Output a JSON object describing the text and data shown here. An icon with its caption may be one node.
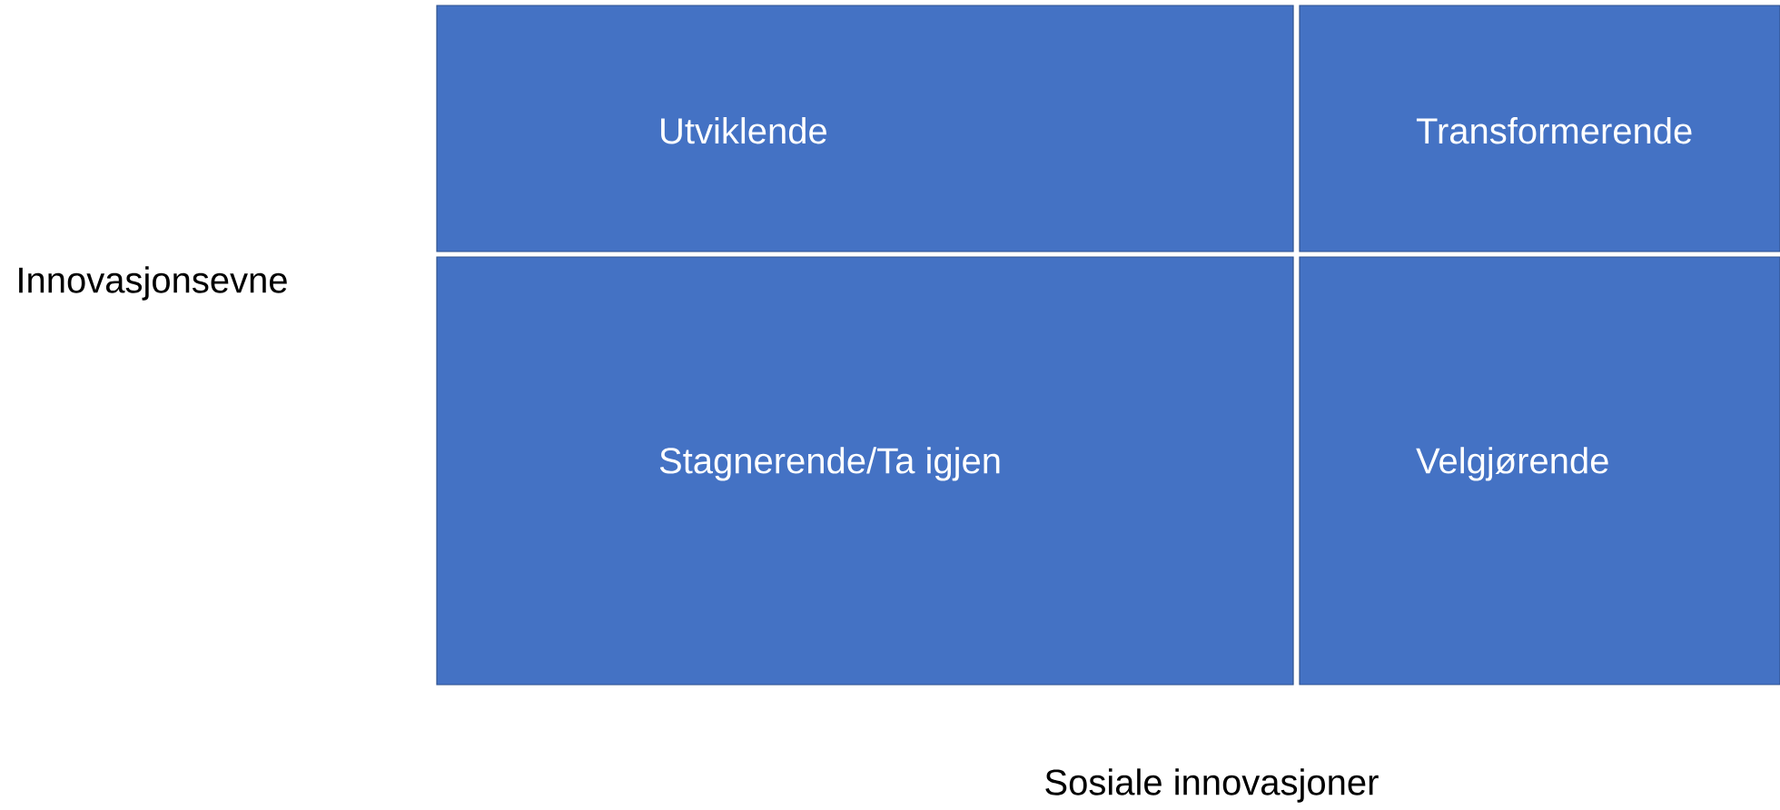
{
  "diagram": {
    "nodes": [
      {
        "text": [
          "Utviklende"
        ]
      },
      {
        "text": [
          "Transformerende"
        ]
      },
      {
        "text": [
          "Stagnerende/Ta igjen"
        ]
      },
      {
        "text": [
          "Velgjørende"
        ]
      }
    ],
    "labels": [
      "Innovasjonsevne",
      "Sosiale innovasjoner"
    ]
  }
}
